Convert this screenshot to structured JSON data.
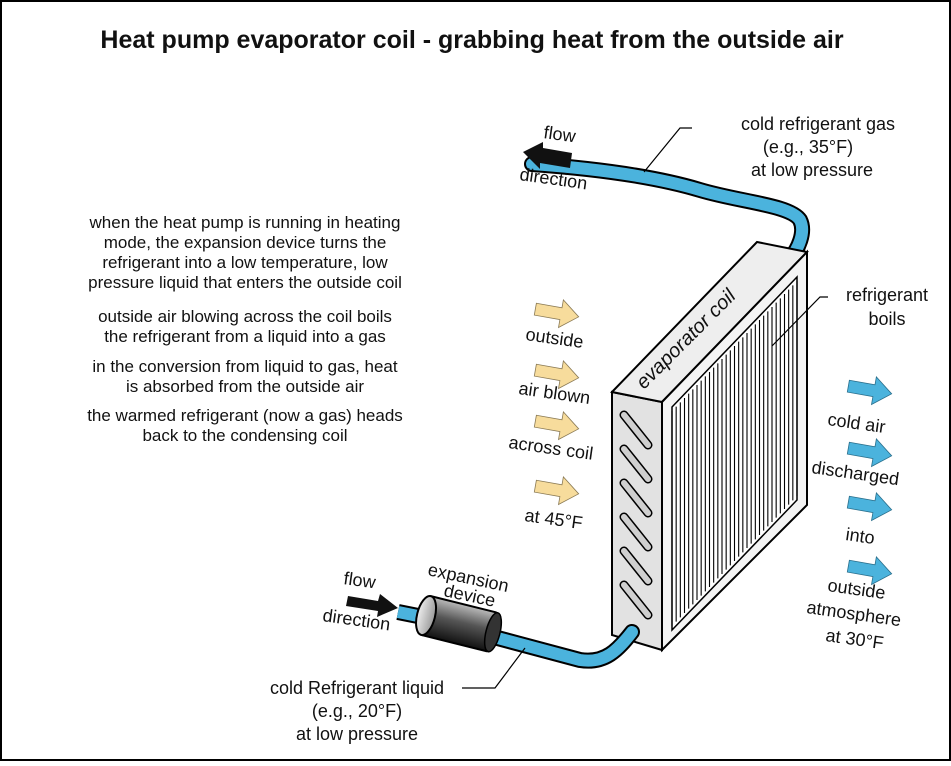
{
  "title": "Heat pump evaporator coil - grabbing heat from the outside air",
  "paragraphs": [
    [
      "when the heat pump is running in heating",
      "mode, the expansion device turns the",
      "refrigerant into a low temperature, low",
      "pressure liquid that enters the outside coil"
    ],
    [
      "outside air blowing across the coil boils",
      "the refrigerant from a liquid into a gas"
    ],
    [
      "in the conversion from liquid to gas, heat",
      "is absorbed from the outside air"
    ],
    [
      "the warmed refrigerant (now a gas) heads",
      "back to the condensing coil"
    ]
  ],
  "labels": {
    "flow_top": [
      "flow",
      "direction"
    ],
    "flow_bottom": [
      "flow",
      "direction"
    ],
    "gas": [
      "cold refrigerant gas",
      "(e.g., 35°F)",
      "at low pressure"
    ],
    "liquid": [
      "cold Refrigerant liquid",
      "(e.g., 20°F)",
      "at low pressure"
    ],
    "expansion": [
      "expansion",
      "device"
    ],
    "coil": "evaporator coil",
    "boils": [
      "refrigerant",
      "boils"
    ],
    "air_in": [
      "outside",
      "air blown",
      "across coil",
      "at 45°F"
    ],
    "air_out": [
      "cold air",
      "discharged",
      "into",
      "outside",
      "atmosphere",
      "at 30°F"
    ]
  },
  "colors": {
    "pipe": "#4bb3dd",
    "warm_arrow": "#f7dc9c",
    "cold_arrow": "#4bb3dd",
    "flow_arrow": "#111111",
    "coil_frame": "#dcdcdc"
  }
}
